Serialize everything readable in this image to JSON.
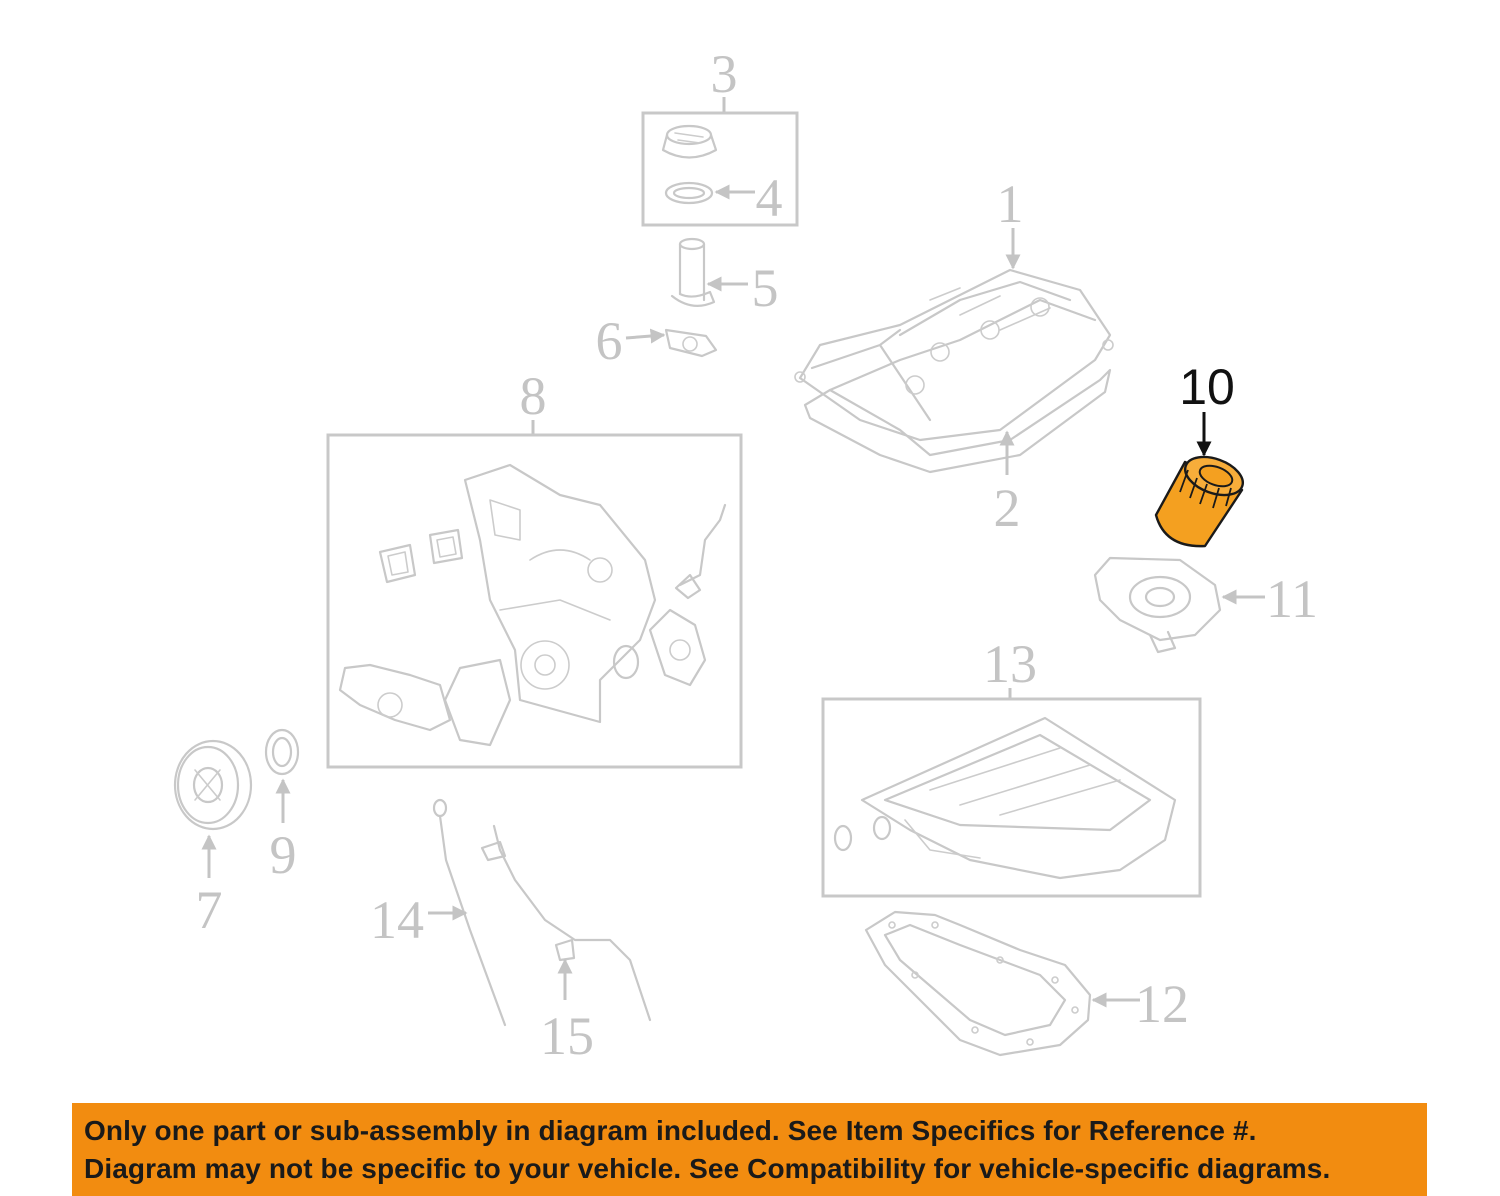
{
  "diagram": {
    "callouts": [
      {
        "id": "1",
        "text": "1"
      },
      {
        "id": "2",
        "text": "2"
      },
      {
        "id": "3",
        "text": "3"
      },
      {
        "id": "4",
        "text": "4"
      },
      {
        "id": "5",
        "text": "5"
      },
      {
        "id": "6",
        "text": "6"
      },
      {
        "id": "7",
        "text": "7"
      },
      {
        "id": "8",
        "text": "8"
      },
      {
        "id": "9",
        "text": "9"
      },
      {
        "id": "10",
        "text": "10"
      },
      {
        "id": "11",
        "text": "11"
      },
      {
        "id": "12",
        "text": "12"
      },
      {
        "id": "13",
        "text": "13"
      },
      {
        "id": "14",
        "text": "14"
      },
      {
        "id": "15",
        "text": "15"
      }
    ],
    "highlighted_part": "10",
    "colors": {
      "line_art": "#c8c8c8",
      "highlight_fill": "#f4a020",
      "highlight_callout": "#111111",
      "banner": "#f28c10"
    }
  },
  "disclaimer": {
    "line1": "Only one part or sub-assembly in diagram included. See Item Specifics for Reference #.",
    "line2": "Diagram may not be specific to your vehicle. See Compatibility for vehicle-specific diagrams."
  }
}
